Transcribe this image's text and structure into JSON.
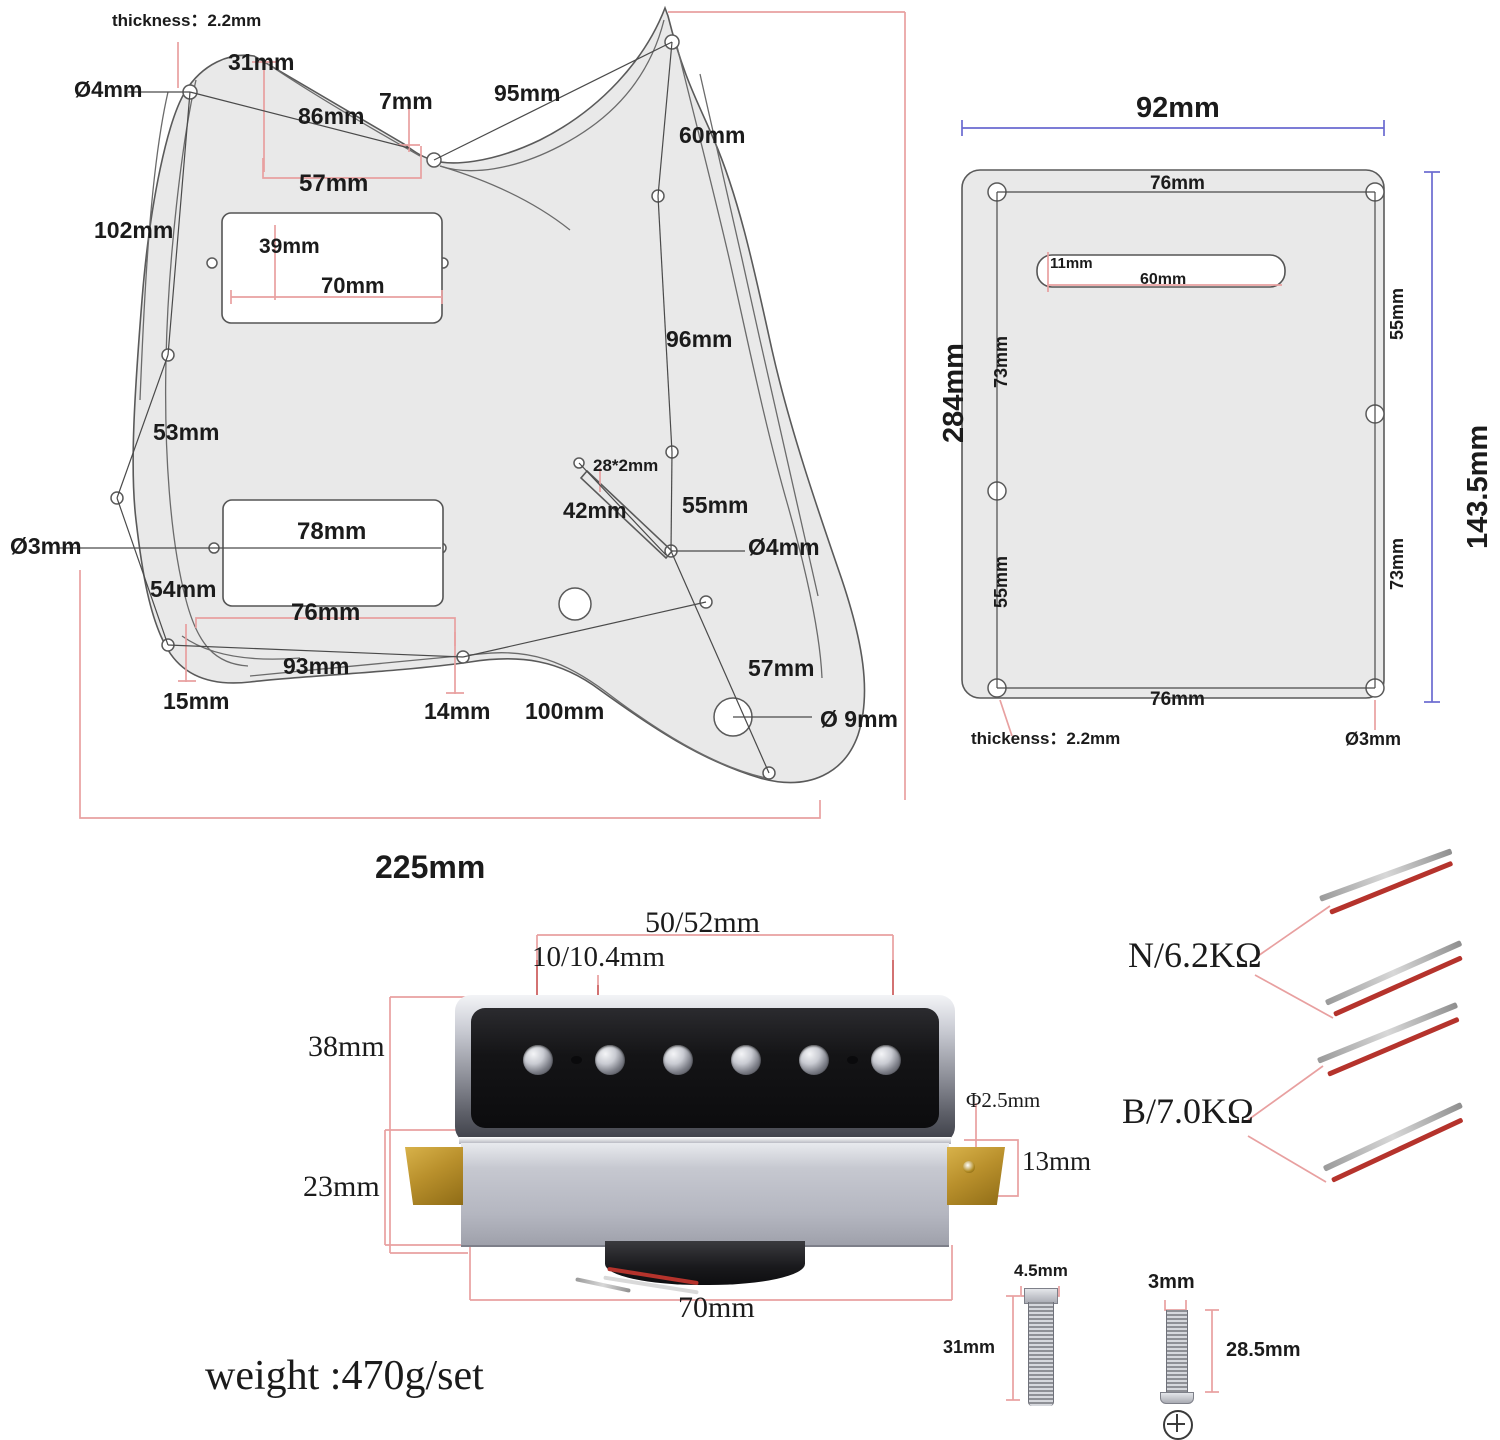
{
  "pickguard": {
    "title": "guitar-pickguard-dimension-drawing",
    "labels": {
      "thickness": "thickness：2.2mm",
      "hole_4mm_top": "Ø4mm",
      "d31": "31mm",
      "d86": "86mm",
      "d7": "7mm",
      "d95": "95mm",
      "d60": "60mm",
      "d57": "57mm",
      "d102": "102mm",
      "d39": "39mm",
      "d70": "70mm",
      "d96": "96mm",
      "d53": "53mm",
      "d28x2": "28*2mm",
      "d42": "42mm",
      "d55": "55mm",
      "hole_3mm_left": "Ø3mm",
      "hole_4mm_right": "Ø4mm",
      "d78": "78mm",
      "d54": "54mm",
      "d76": "76mm",
      "d93": "93mm",
      "d15": "15mm",
      "d14": "14mm",
      "d100": "100mm",
      "d57b": "57mm",
      "hole_9mm": "Ø 9mm",
      "total_height": "284mm",
      "total_width": "225mm"
    }
  },
  "backplate": {
    "title": "back-cover-plate-dimension-drawing",
    "labels": {
      "width_92": "92mm",
      "inner_76_top": "76mm",
      "slot_11": "11mm",
      "slot_60": "60mm",
      "left_73": "73mm",
      "right_55": "55mm",
      "left_55": "55mm",
      "right_73": "73mm",
      "inner_76_bottom": "76mm",
      "thickness": "thickenss：2.2mm",
      "hole_3mm": "Ø3mm",
      "height_1435": "143.5mm"
    }
  },
  "pickup": {
    "title": "humbucker-pickup-dimension-drawing",
    "labels": {
      "pole_spacing": "50/52mm",
      "pole_hole": "10/10.4mm",
      "height_38": "38mm",
      "height_23": "23mm",
      "width_70": "70mm",
      "tab_hole": "Φ2.5mm",
      "tab_13": "13mm"
    }
  },
  "leads": {
    "neck": "N/6.2KΩ",
    "bridge": "B/7.0KΩ"
  },
  "screws": {
    "spring_screw": {
      "diameter": "4.5mm",
      "length": "31mm"
    },
    "mount_screw": {
      "diameter": "3mm",
      "length": "28.5mm"
    }
  },
  "footer": {
    "weight": "weight  :470g/set"
  },
  "colors": {
    "dimension_red": "#e8a0a0",
    "dimension_blue": "#6a6ad0",
    "outline_gray": "#555555",
    "fill_gray": "#e9e9e9",
    "text": "#1b1b1b"
  }
}
